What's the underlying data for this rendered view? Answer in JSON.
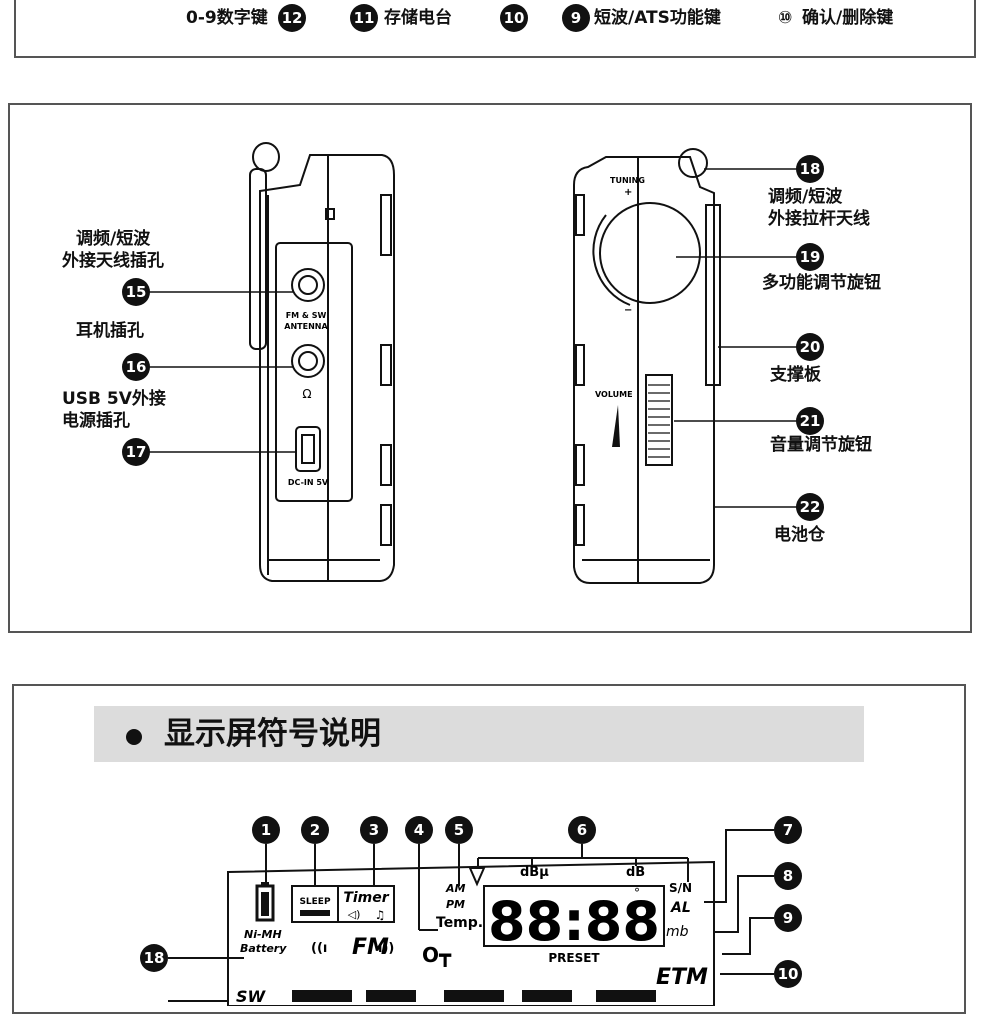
{
  "top_row": {
    "item_digits": "0-9数字键",
    "num_12": "12",
    "num_11": "11",
    "item_store": "存储电台",
    "num_10": "10",
    "num_9": "9",
    "item_sw": "短波/ATS功能键",
    "num_10b": "⑩",
    "item_confirm": "确认/删除键"
  },
  "side_view": {
    "left_device": {
      "port_label_1": "FM & SW",
      "port_label_2": "ANTENNA",
      "dc_label": "DC-IN 5V",
      "headphone_symbol": "Ω"
    },
    "right_device": {
      "tuning_label": "TUNING",
      "plus": "+",
      "minus": "−",
      "volume_label": "VOLUME"
    },
    "callouts": [
      {
        "num": "15",
        "line1": "调频/短波",
        "line2": "外接天线插孔"
      },
      {
        "num": "16",
        "line1": "耳机插孔",
        "line2": ""
      },
      {
        "num": "17",
        "line1": "USB 5V外接",
        "line2": "电源插孔"
      },
      {
        "num": "18",
        "line1": "调频/短波",
        "line2": "外接拉杆天线"
      },
      {
        "num": "19",
        "line1": "多功能调节旋钮",
        "line2": ""
      },
      {
        "num": "20",
        "line1": "支撑板",
        "line2": ""
      },
      {
        "num": "21",
        "line1": "音量调节旋钮",
        "line2": ""
      },
      {
        "num": "22",
        "line1": "电池仓",
        "line2": ""
      }
    ]
  },
  "display_section": {
    "title": "显示屏符号说明",
    "numbers": [
      "1",
      "2",
      "3",
      "4",
      "5",
      "6",
      "7",
      "8",
      "9",
      "10",
      "18"
    ],
    "lcd": {
      "sleep": "SLEEP",
      "timer": "Timer",
      "am": "AM",
      "pm": "PM",
      "temp": "Temp.",
      "dbu": "dBμ",
      "db": "dB",
      "sn": "S/N",
      "al": "AL",
      "mb": "mb",
      "preset": "PRESET",
      "etm": "ETM",
      "nimh": "Ni-MH",
      "battery": "Battery",
      "fm": "FM",
      "sw": "SW",
      "digits": "88:88"
    }
  },
  "colors": {
    "ink": "#111111",
    "panel_border": "#555555",
    "header_band": "#dcdcdc"
  }
}
